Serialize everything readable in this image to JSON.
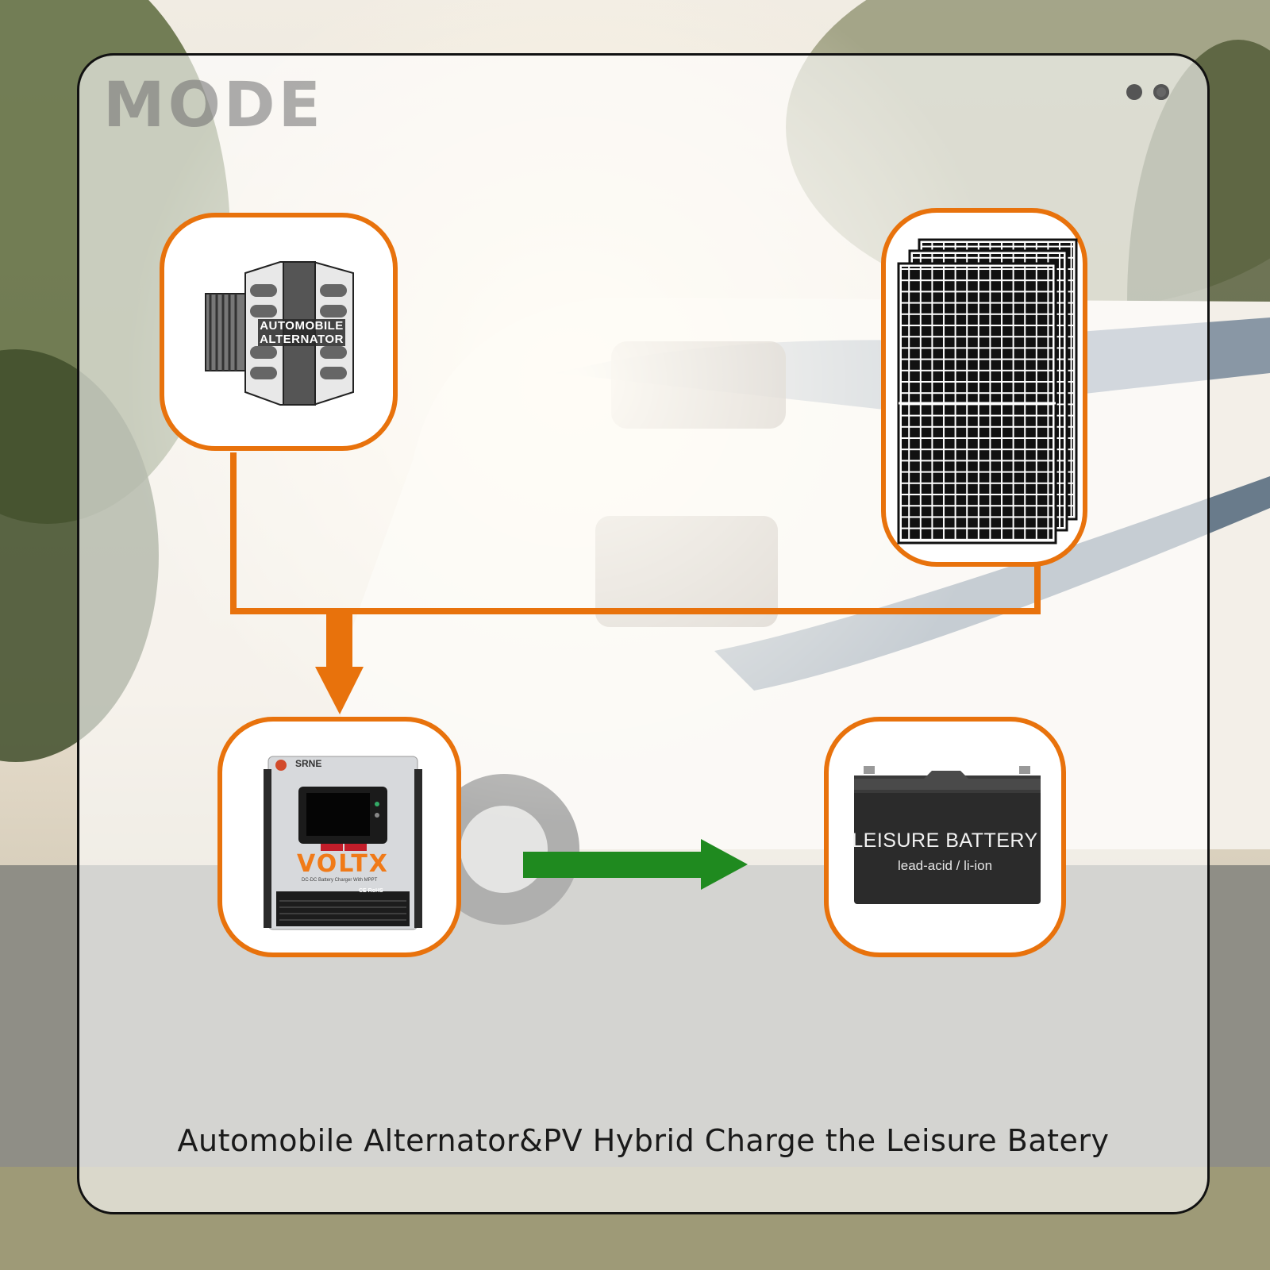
{
  "header": {
    "title": "MODE",
    "page_indicator_icons": [
      "dot-icon",
      "dot-icon"
    ]
  },
  "diagram": {
    "alternator": {
      "label_line1": "AUTOMOBILE",
      "label_line2": "ALTERNATOR"
    },
    "solar_panel": {
      "icon": "solar-panel-icon"
    },
    "charger": {
      "brand": "SRNE",
      "product": "VOLTX",
      "subtitle": "DC-DC Battery Charger With MPPT",
      "cert": "CE RoHS"
    },
    "battery": {
      "title": "LEISURE BATTERY",
      "subtitle": "lead-acid / li-ion"
    },
    "colors": {
      "accent": "#e8720c",
      "flow_arrow": "#1f8a1f",
      "card_border": "#111111"
    }
  },
  "caption": "Automobile Alternator&PV Hybrid Charge the Leisure Batery"
}
